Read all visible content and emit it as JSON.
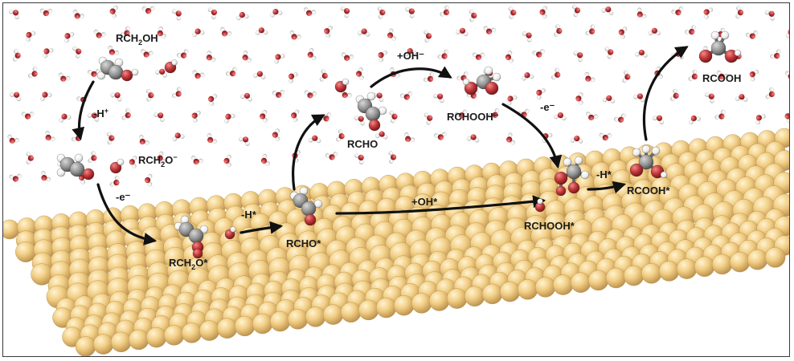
{
  "species": {
    "rch2oh": {
      "main": "RCH",
      "sub": "2",
      "tail": "OH"
    },
    "rch2o_minus": {
      "main": "RCH",
      "sub": "2",
      "tail": "O",
      "sup": "−"
    },
    "rch2o_star": {
      "main": "RCH",
      "sub": "2",
      "tail": "O*"
    },
    "rcho_star": "RCHO*",
    "rcho": "RCHO",
    "rchooh_minus": "RCHOOH⁻",
    "rchooh_star": "RCHOOH*",
    "rcooh_star": "RCOOH*",
    "rcooh": "RCOOH"
  },
  "steps": {
    "minus_h_plus": {
      "main": "-H",
      "sup": "+"
    },
    "minus_e_1": "-e⁻",
    "minus_h_star_1": "-H*",
    "plus_oh_minus": "+OH⁻",
    "minus_e_2": "-e⁻",
    "plus_oh_star": "+OH*",
    "minus_h_star_2": "-H*"
  },
  "colors": {
    "surface_atom": "#F2CF86",
    "surface_shadow": "#C9A25C",
    "oxygen": "#C2373A",
    "hydrogen": "#FFFFFF",
    "carbon": "#8E8E8E",
    "arrow": "#111111"
  }
}
